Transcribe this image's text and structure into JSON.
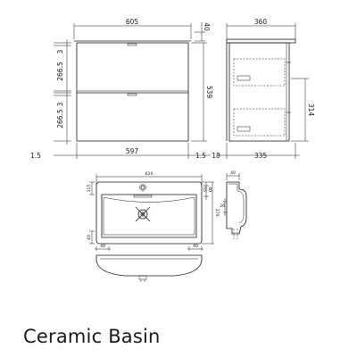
{
  "caption": "Ceramic Basin",
  "colors": {
    "line": "#1a1a1a",
    "background": "#ffffff"
  },
  "front": {
    "overall_width": "605",
    "top_offset": "40",
    "drawer_height": "266.5",
    "drawer_gap": "3",
    "overall_height": "539",
    "left_margin": "1.5",
    "inner_width": "597",
    "right_margin": "1.5"
  },
  "side": {
    "overall_depth": "360",
    "base_offset": "18",
    "body_depth": "335",
    "drawer_zone_height": "314"
  },
  "basin_plan": {
    "width": "620",
    "depth": "370",
    "bowl_top_margin": "115",
    "tap_offset_1": "55",
    "tap_offset_2": "40",
    "bottom_left": "40",
    "bottom_right": "40",
    "left_height": "40"
  },
  "basin_section": {
    "lip_width": "40",
    "drain_height": "26"
  }
}
